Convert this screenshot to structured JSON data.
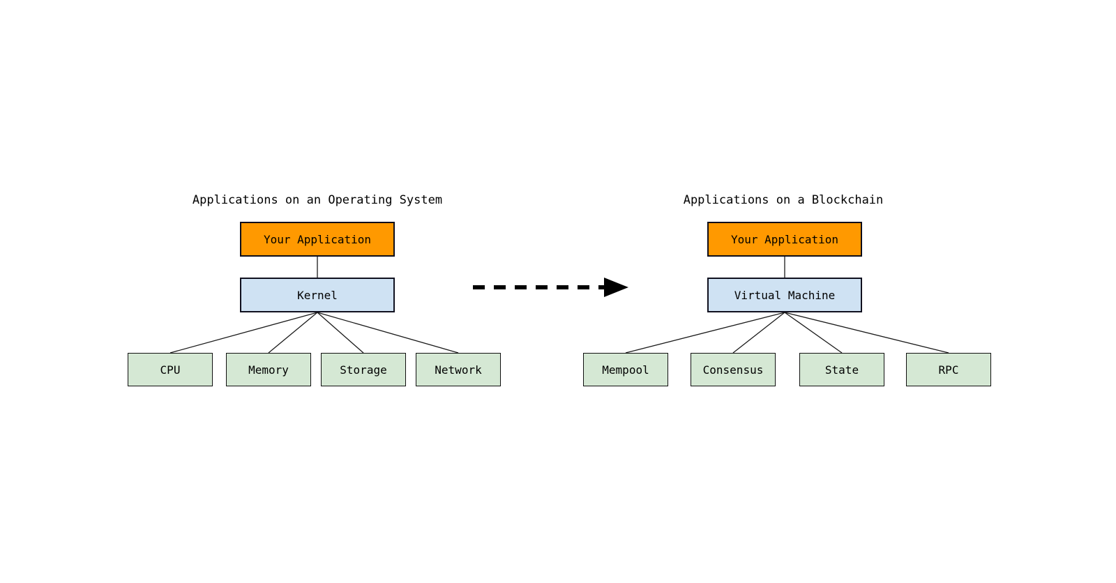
{
  "page": {
    "background": "#ffffff"
  },
  "colors": {
    "app_box_fill": "#FF9900",
    "middle_box_fill": "#CFE2F3",
    "child_box_fill": "#D5E8D4",
    "box_border": "#0d0d1a",
    "connector_line": "#1a1a1a",
    "arrow": "#000000",
    "text": "#000000"
  },
  "icons": {
    "transform_arrow": "dashed-right-arrow-icon"
  },
  "left": {
    "title": "Applications on an Operating System",
    "app": "Your Application",
    "middle": "Kernel",
    "children": [
      "CPU",
      "Memory",
      "Storage",
      "Network"
    ]
  },
  "right": {
    "title": "Applications on a Blockchain",
    "app": "Your Application",
    "middle": "Virtual Machine",
    "children": [
      "Mempool",
      "Consensus",
      "State",
      "RPC"
    ]
  }
}
